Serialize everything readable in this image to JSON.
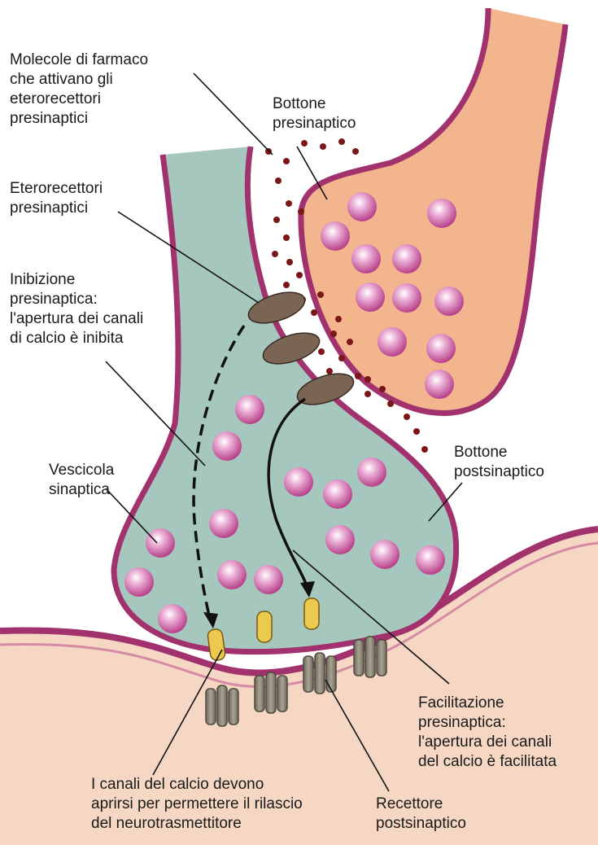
{
  "labels": {
    "drug_molecules": "Molecole di farmaco\nche attivano gli\neterorecettori\npresinaptici",
    "presynaptic_button": "Bottone\npresinaptico",
    "heteroreceptors": "Eterorecettori\npresinaptici",
    "presynaptic_inhibition": "Inibizione\npresinaptica:\nl'apertura dei canali\ndi calcio è inibita",
    "synaptic_vesicle": "Vescicola\nsinaptica",
    "postsynaptic_button": "Bottone\npostsinaptico",
    "presynaptic_facilitation": "Facilitazione\npresinaptica:\nl'apertura dei canali\ndel calcio è facilitata",
    "calcium_channels": "I canali del calcio devono\naprirsi per permettere il rilascio\ndel neurotrasmettitore",
    "postsynaptic_receptor": "Recettore\npostsinaptico"
  },
  "colors": {
    "membrane": "#a2326e",
    "presynaptic_fill": "#f3b58e",
    "postsynaptic_fill": "#a6c7bd",
    "cell_fill": "#f5d7c3",
    "vesicle": "#c7539a",
    "molecule": "#7a1717",
    "heteroreceptor": "#7a6555",
    "calcium_channel": "#ecc94f",
    "receptor": "#8a8475"
  }
}
